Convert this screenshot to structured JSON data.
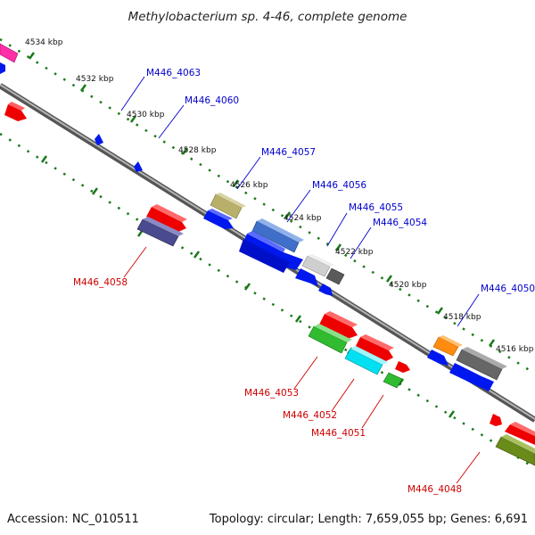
{
  "title": "Methylobacterium sp. 4-46, complete genome",
  "footer": {
    "accession": "Accession: NC_010511",
    "topology": "Topology: circular; Length: 7,659,055 bp; Genes: 6,691"
  },
  "colors": {
    "backbone": "#888888",
    "forward_label": "#0000cc",
    "reverse_label": "#cc0000",
    "tick": "#1a7a1a"
  },
  "scale_labels": [
    "4534 kbp",
    "4532 kbp",
    "4530 kbp",
    "4528 kbp",
    "4526 kbp",
    "4524 kbp",
    "4522 kbp",
    "4520 kbp",
    "4518 kbp",
    "4516 kbp"
  ],
  "gene_labels": {
    "M446_4063": "M446_4063",
    "M446_4060": "M446_4060",
    "M446_4057": "M446_4057",
    "M446_4056": "M446_4056",
    "M446_4055": "M446_4055",
    "M446_4054": "M446_4054",
    "M446_4050": "M446_4050",
    "M446_4058": "M446_4058",
    "M446_4053": "M446_4053",
    "M446_4052": "M446_4052",
    "M446_4051": "M446_4051",
    "M446_4048": "M446_4048"
  }
}
